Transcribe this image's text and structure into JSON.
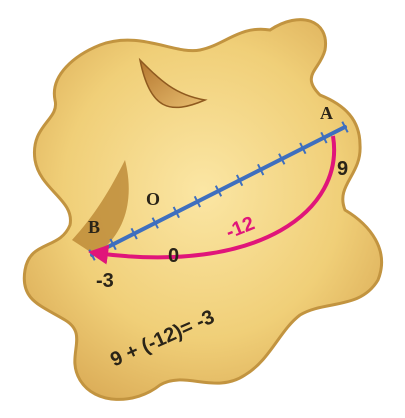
{
  "diagram": {
    "number_line": {
      "point_labels": {
        "start": "B",
        "origin": "O",
        "end": "A"
      },
      "values": {
        "start": "-3",
        "origin": "0",
        "end": "9"
      },
      "tick_count": 12
    },
    "arrow_label": "-12",
    "equation": "9 + (-12)= -3",
    "colors": {
      "piece_fill": "#f0cf78",
      "piece_edge": "#c29440",
      "line": "#3e6fbf",
      "arrow": "#e0157a",
      "text": "#2a2418"
    }
  }
}
